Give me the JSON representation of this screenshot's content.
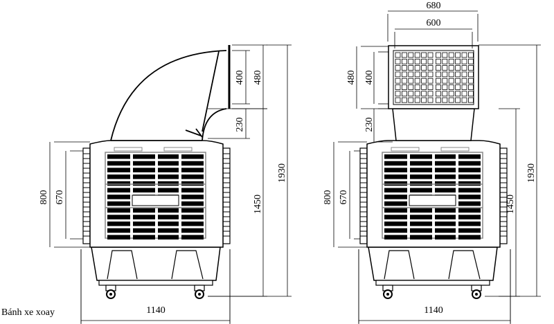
{
  "caption": "Bánh xe xoay",
  "side_view": {
    "dims": {
      "duct_inner": "400",
      "duct_outer": "480",
      "neck": "230",
      "body_height": "1450",
      "total_height": "1930",
      "panel_outer": "800",
      "panel_inner": "670",
      "width": "1140"
    }
  },
  "front_view": {
    "dims": {
      "duct_width_outer": "680",
      "duct_width_inner": "600",
      "duct_outer": "480",
      "duct_inner": "400",
      "neck": "230",
      "body_height": "1450",
      "total_height": "1930",
      "panel_outer": "800",
      "panel_inner": "670",
      "width": "1140"
    }
  },
  "colors": {
    "line": "#000000",
    "frame": "#888888",
    "background": "#ffffff"
  }
}
